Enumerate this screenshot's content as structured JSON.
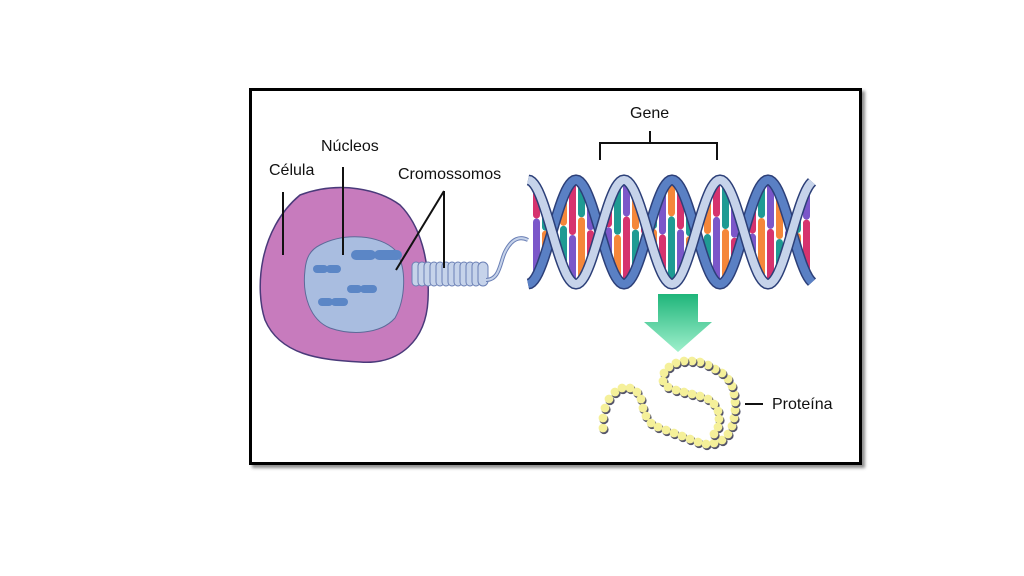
{
  "diagram": {
    "labels": {
      "cell": "Célula",
      "nucleus": "Núcleos",
      "chromosomes": "Cromossomos",
      "gene": "Gene",
      "protein": "Proteína"
    },
    "colors": {
      "cell": "#c77bbd",
      "nucleus": "#a9bde0",
      "chromosome": "#5b86c6",
      "dna_backbone_light": "#c6d3ea",
      "dna_backbone_dark": "#5a80c4",
      "base_pink": "#d6336e",
      "base_orange": "#f5873a",
      "base_purple": "#7b57c9",
      "base_teal": "#1f9b93",
      "arrow": "#2fc48a",
      "amino_acid": "#f5f09a"
    }
  }
}
